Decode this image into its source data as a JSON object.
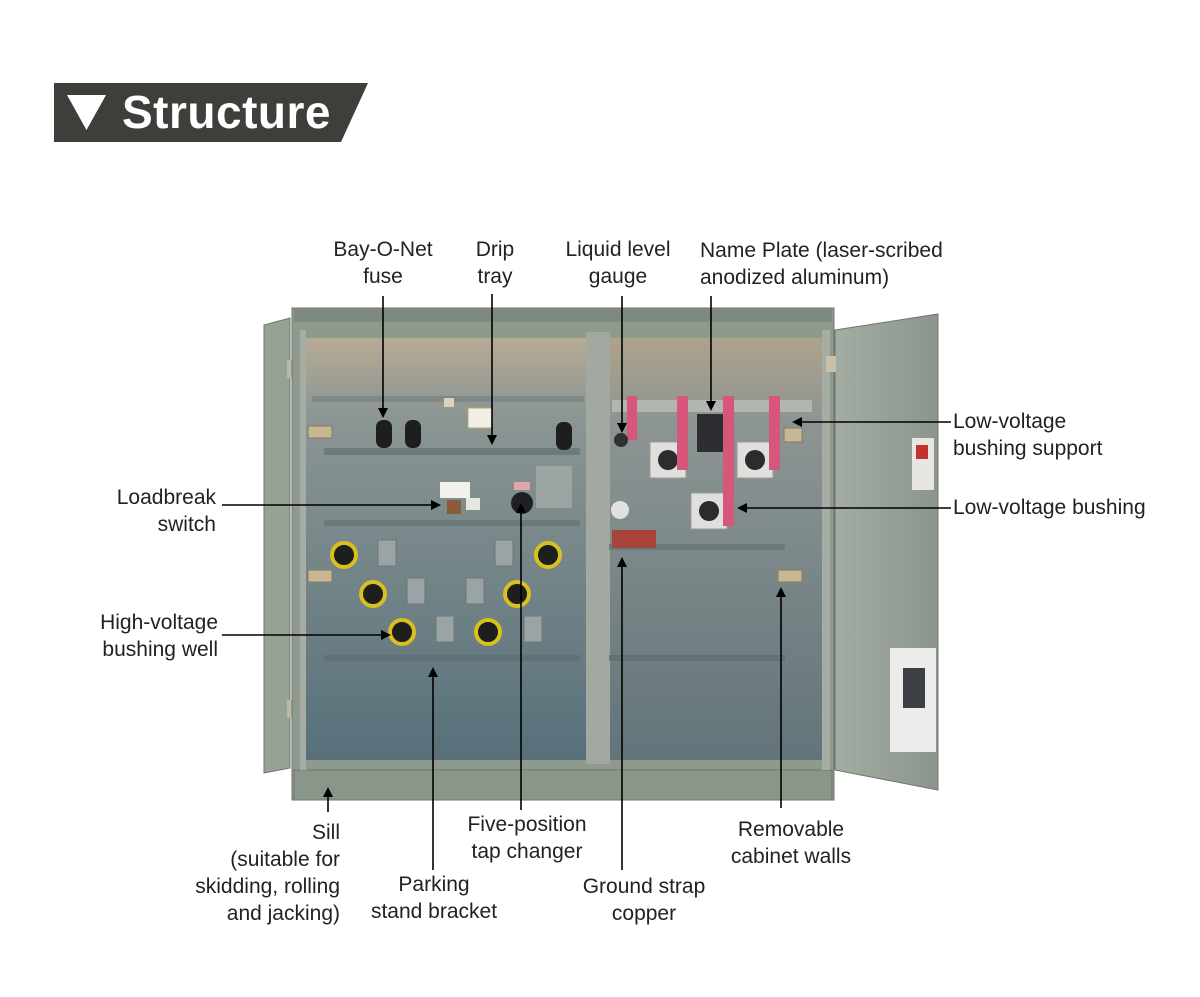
{
  "header": {
    "title": "Structure",
    "banner_color": "#3c3f3a"
  },
  "labels": {
    "bay_o_net": [
      "Bay-O-Net",
      "fuse"
    ],
    "drip_tray": [
      "Drip",
      "tray"
    ],
    "liquid_level": [
      "Liquid level",
      "gauge"
    ],
    "name_plate": [
      "Name Plate (laser-scribed",
      "anodized aluminum)"
    ],
    "lv_bushing_support": [
      "Low-voltage",
      "bushing support"
    ],
    "lv_bushing": [
      "Low-voltage bushing"
    ],
    "loadbreak": [
      "Loadbreak",
      "switch"
    ],
    "hv_bushing_well": [
      "High-voltage",
      "bushing well"
    ],
    "sill": [
      "Sill",
      "(suitable for",
      "skidding, rolling",
      "and jacking)"
    ],
    "parking_stand": [
      "Parking",
      "stand bracket"
    ],
    "tap_changer": [
      "Five-position",
      "tap changer"
    ],
    "ground_strap": [
      "Ground strap",
      "copper"
    ],
    "cabinet_walls": [
      "Removable",
      "cabinet walls"
    ]
  },
  "colors": {
    "cabinet": "#8f9a8e",
    "interior": "#7d8c8f",
    "copper_bar": "#d7577a",
    "bushing_well": "#d9c01e"
  }
}
